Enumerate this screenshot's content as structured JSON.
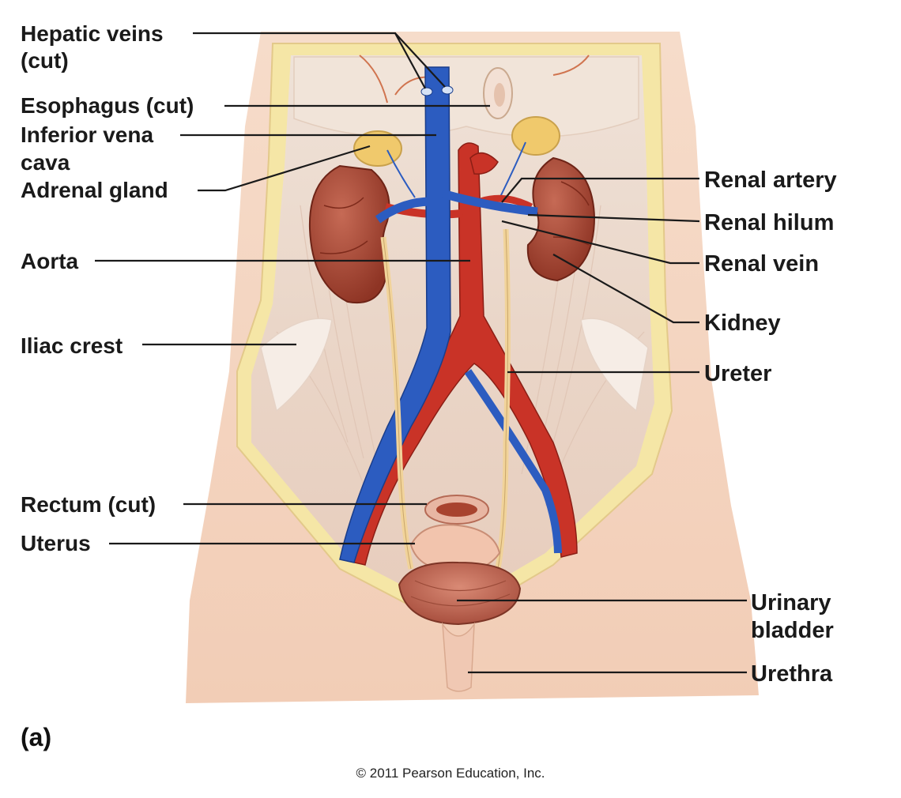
{
  "labels_left": {
    "hepatic_veins_1": "Hepatic veins",
    "hepatic_veins_2": "(cut)",
    "esophagus": "Esophagus (cut)",
    "ivc_1": "Inferior vena",
    "ivc_2": "cava",
    "adrenal": "Adrenal gland",
    "aorta": "Aorta",
    "iliac_crest": "Iliac crest",
    "rectum": "Rectum (cut)",
    "uterus": "Uterus"
  },
  "labels_right": {
    "renal_artery": "Renal artery",
    "renal_hilum": "Renal hilum",
    "renal_vein": "Renal vein",
    "kidney": "Kidney",
    "ureter": "Ureter",
    "bladder_1": "Urinary",
    "bladder_2": "bladder",
    "urethra": "Urethra"
  },
  "panel_label": "(a)",
  "copyright": "© 2011 Pearson Education, Inc.",
  "colors": {
    "skin": "#f3d2bd",
    "muscle": "#ecd7cb",
    "fat": "#f5e8a8",
    "vein": "#2c5cc0",
    "artery": "#c93327",
    "kidney": "#a8432f",
    "ureter": "#f1d39a",
    "bladder": "#c8705e"
  }
}
